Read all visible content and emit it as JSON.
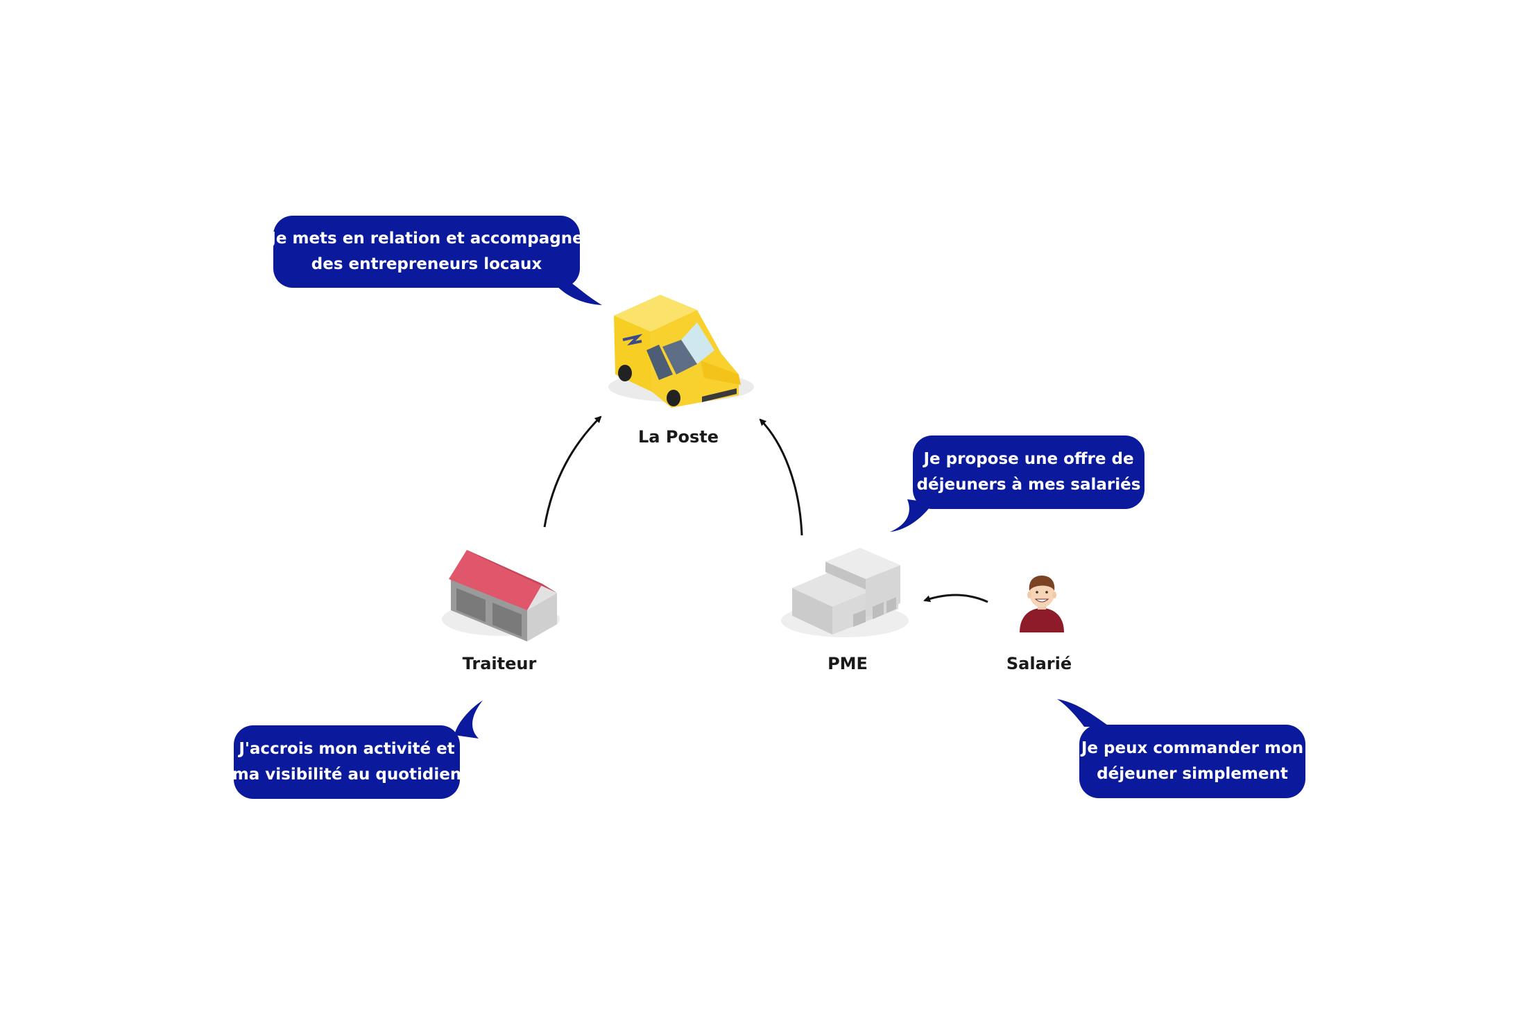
{
  "nodes": {
    "la_poste": {
      "label": "La Poste"
    },
    "traiteur": {
      "label": "Traiteur"
    },
    "pme": {
      "label": "PME"
    },
    "salarie": {
      "label": "Salarié"
    }
  },
  "bubbles": {
    "la_poste": {
      "line1": "Je mets en relation et accompagne",
      "line2": "des entrepreneurs locaux"
    },
    "pme": {
      "line1": "Je propose une offre de",
      "line2": "déjeuners à mes salariés"
    },
    "traiteur": {
      "line1": "J'accrois mon activité et",
      "line2": "ma visibilité au quotidien"
    },
    "salarie": {
      "line1": "Je peux commander mon",
      "line2": "déjeuner simplement"
    }
  },
  "colors": {
    "bubble": "#0b1a9c",
    "bubble_text": "#ffffff",
    "van_yellow": "#f9d12e",
    "roof_red": "#e0566a",
    "building_grey": "#d3d3d3",
    "arrow": "#111111"
  }
}
